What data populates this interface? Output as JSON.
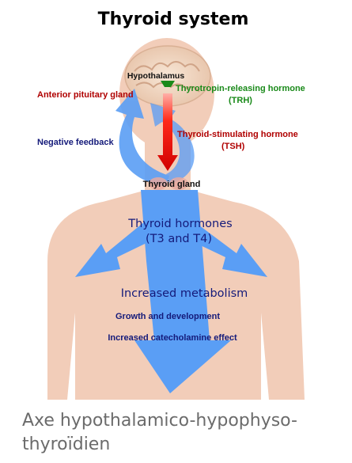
{
  "figure": {
    "title": "Thyroid system",
    "labels": {
      "hypothalamus": "Hypothalamus",
      "anterior_pituitary": "Anterior pituitary gland",
      "trh_line1": "Thyrotropin-releasing hormone",
      "trh_line2": "(TRH)",
      "negative_feedback": "Negative feedback",
      "tsh_line1": "Thyroid-stimulating hormone",
      "tsh_line2": "(TSH)",
      "thyroid_gland": "Thyroid gland",
      "hormones_line1": "Thyroid hormones",
      "hormones_line2": "(T3 and T4)",
      "effect_metabolism": "Increased metabolism",
      "effect_growth": "Growth and development",
      "effect_catecholamine": "Increased catecholamine effect"
    },
    "colors": {
      "body": "#f2cdb9",
      "arrow_blue": "#5a9ef5",
      "arrow_red": "#e60000",
      "trh_green": "#1a8a1a",
      "tsh_red": "#b00000",
      "navy": "#141a7a",
      "black": "#111111"
    }
  },
  "caption": "Axe hypothalamico-hypophyso-thyroïdien"
}
